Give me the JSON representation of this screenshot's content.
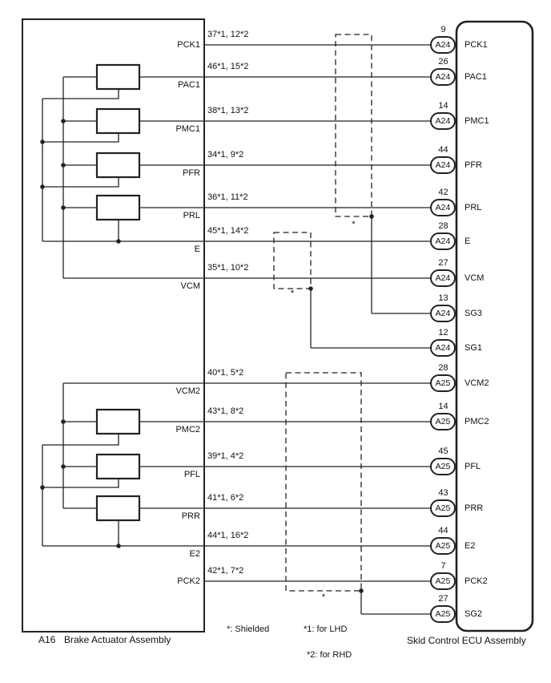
{
  "left_assembly": {
    "code": "A16",
    "name": "Brake Actuator Assembly"
  },
  "right_assembly": {
    "name": "Skid Control ECU Assembly"
  },
  "legend": {
    "shielded": "*: Shielded",
    "note1": "*1: for LHD",
    "note2": "*2: for RHD"
  },
  "shields": {
    "upper_marker": "*",
    "middle_marker": "*",
    "lower_marker": "*"
  },
  "rows": [
    {
      "id": "PCK1",
      "left_label": "PCK1",
      "wire_label": "37*1, 12*2",
      "pin": "9",
      "connector": "A24",
      "ecu_label": "PCK1"
    },
    {
      "id": "PAC1",
      "left_label": "PAC1",
      "wire_label": "46*1, 15*2",
      "pin": "26",
      "connector": "A24",
      "ecu_label": "PAC1"
    },
    {
      "id": "PMC1",
      "left_label": "PMC1",
      "wire_label": "38*1, 13*2",
      "pin": "14",
      "connector": "A24",
      "ecu_label": "PMC1"
    },
    {
      "id": "PFR",
      "left_label": "PFR",
      "wire_label": "34*1, 9*2",
      "pin": "44",
      "connector": "A24",
      "ecu_label": "PFR"
    },
    {
      "id": "PRL",
      "left_label": "PRL",
      "wire_label": "36*1, 11*2",
      "pin": "42",
      "connector": "A24",
      "ecu_label": "PRL"
    },
    {
      "id": "E",
      "left_label": "E",
      "wire_label": "45*1, 14*2",
      "pin": "28",
      "connector": "A24",
      "ecu_label": "E"
    },
    {
      "id": "VCM",
      "left_label": "VCM",
      "wire_label": "35*1, 10*2",
      "pin": "27",
      "connector": "A24",
      "ecu_label": "VCM"
    },
    {
      "id": "SG3",
      "pin": "13",
      "connector": "A24",
      "ecu_label": "SG3"
    },
    {
      "id": "SG1",
      "pin": "12",
      "connector": "A24",
      "ecu_label": "SG1"
    },
    {
      "id": "VCM2",
      "left_label": "VCM2",
      "wire_label": "40*1, 5*2",
      "pin": "28",
      "connector": "A25",
      "ecu_label": "VCM2"
    },
    {
      "id": "PMC2",
      "left_label": "PMC2",
      "wire_label": "43*1, 8*2",
      "pin": "14",
      "connector": "A25",
      "ecu_label": "PMC2"
    },
    {
      "id": "PFL",
      "left_label": "PFL",
      "wire_label": "39*1, 4*2",
      "pin": "45",
      "connector": "A25",
      "ecu_label": "PFL"
    },
    {
      "id": "PRR",
      "left_label": "PRR",
      "wire_label": "41*1, 6*2",
      "pin": "43",
      "connector": "A25",
      "ecu_label": "PRR"
    },
    {
      "id": "E2",
      "left_label": "E2",
      "wire_label": "44*1, 16*2",
      "pin": "44",
      "connector": "A25",
      "ecu_label": "E2"
    },
    {
      "id": "PCK2",
      "left_label": "PCK2",
      "wire_label": "42*1, 7*2",
      "pin": "7",
      "connector": "A25",
      "ecu_label": "PCK2"
    },
    {
      "id": "SG2",
      "pin": "27",
      "connector": "A25",
      "ecu_label": "SG2"
    }
  ],
  "colors": {
    "line": "#222222",
    "background": "#ffffff",
    "text": "#111111"
  }
}
